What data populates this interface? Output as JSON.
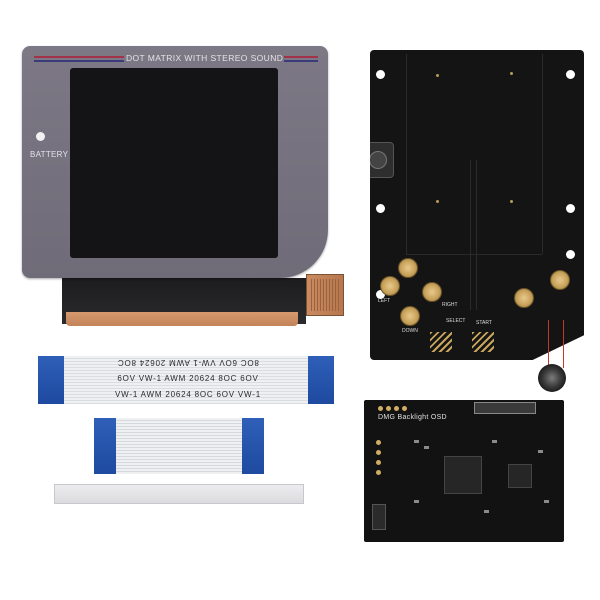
{
  "lens": {
    "title": "DOT MATRIX WITH STEREO SOUND",
    "battery_label": "BATTERY"
  },
  "ribbon_long": {
    "line1": "8OC 6OV VW-1 AWM 20624 8OC",
    "line2": "6OV VW-1 AWM 20624 8OC 6OV",
    "line3": "VW-1 AWM 20624 8OC 6OV VW-1"
  },
  "pcb": {
    "labels": [
      "LEFT",
      "RIGHT",
      "DOWN",
      "SELECT",
      "START"
    ]
  },
  "osd_board": {
    "label": "DMG Backlight OSD"
  },
  "colors": {
    "lens": "#75717e",
    "pcb": "#141414",
    "ribbon_tab": "#2453a8",
    "copper": "#c98b5f"
  }
}
